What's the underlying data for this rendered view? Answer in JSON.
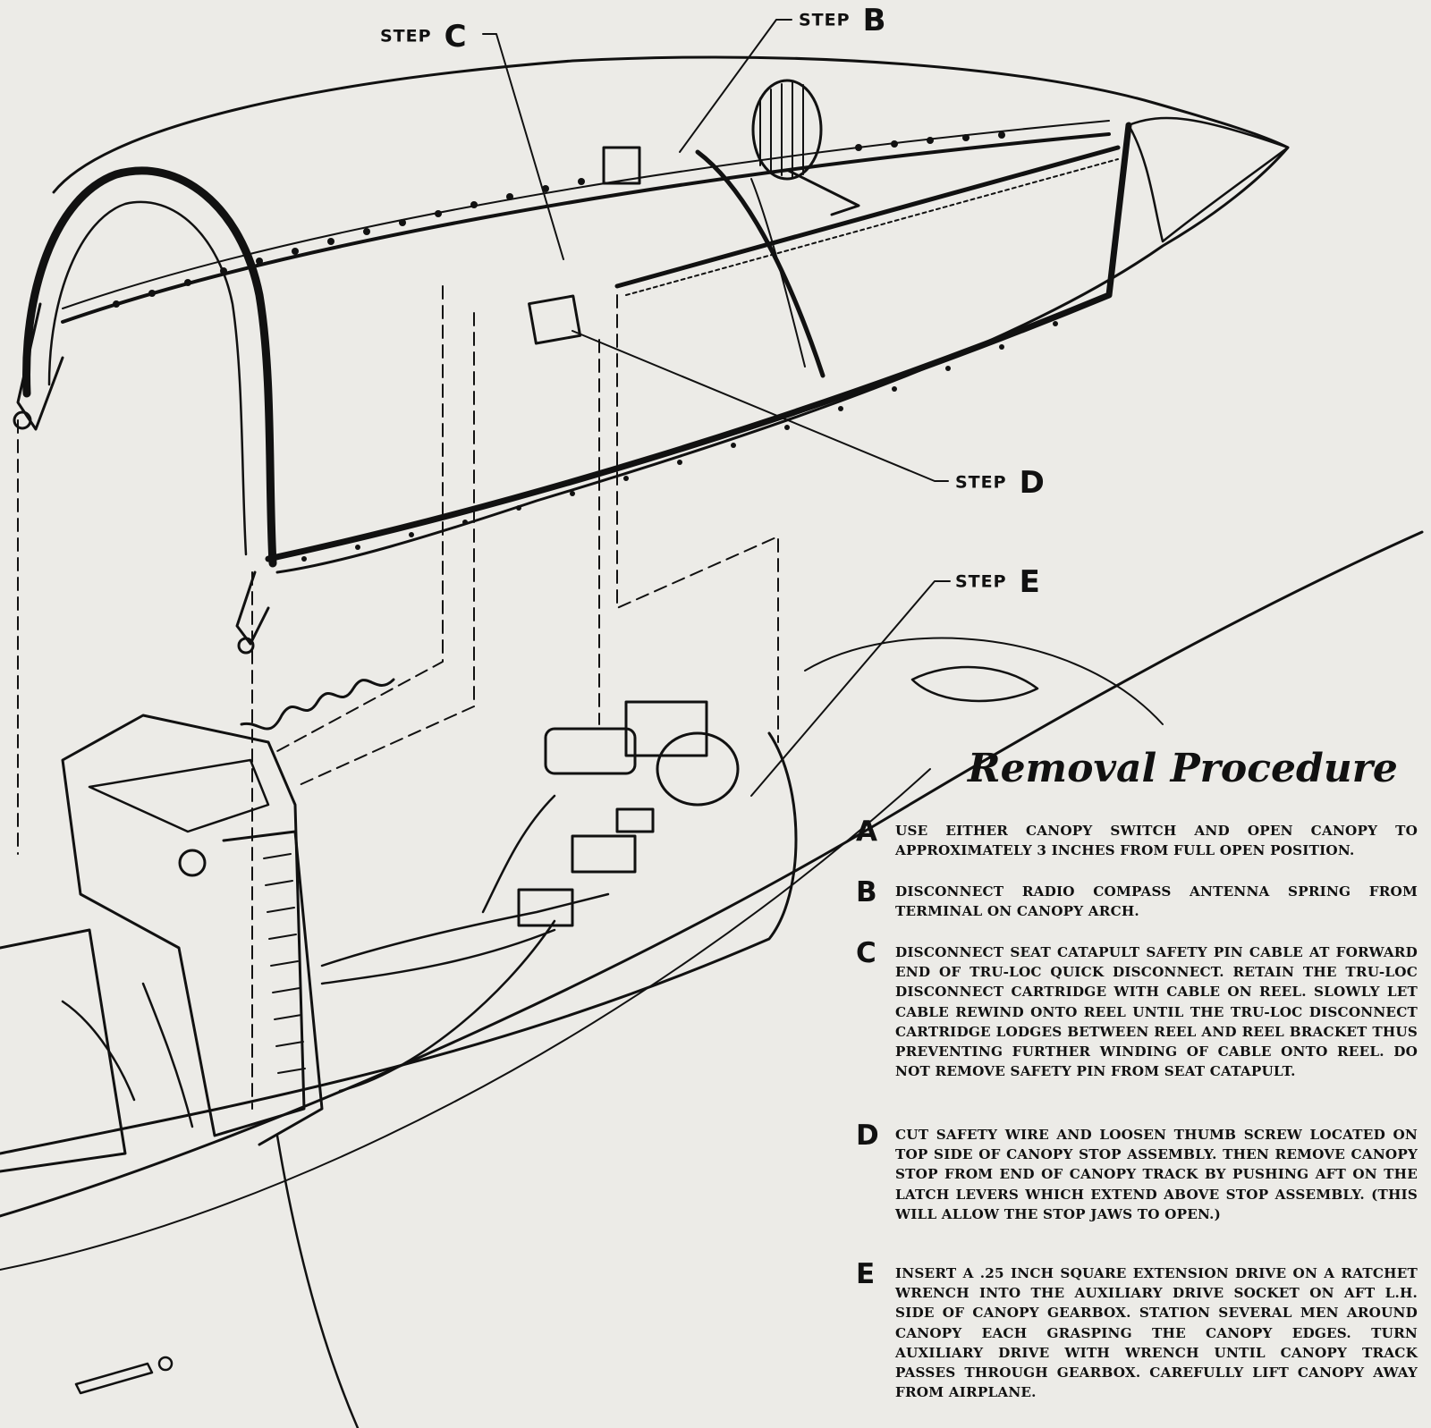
{
  "callouts": {
    "c": {
      "word": "STEP",
      "letter": "C"
    },
    "b": {
      "word": "STEP",
      "letter": "B"
    },
    "d": {
      "word": "STEP",
      "letter": "D"
    },
    "e": {
      "word": "STEP",
      "letter": "E"
    }
  },
  "procedure": {
    "title": "Removal Procedure",
    "steps": [
      {
        "letter": "A",
        "text": "USE EITHER CANOPY SWITCH AND OPEN CANOPY TO APPROXIMATELY 3 INCHES FROM FULL OPEN POSITION."
      },
      {
        "letter": "B",
        "text": "DISCONNECT RADIO COMPASS ANTENNA SPRING FROM TERMINAL ON CANOPY ARCH."
      },
      {
        "letter": "C",
        "text": "DISCONNECT SEAT CATAPULT SAFETY PIN CABLE AT FORWARD END OF TRU-LOC QUICK DISCONNECT. RETAIN THE TRU-LOC DISCONNECT CARTRIDGE WITH CABLE ON REEL. SLOWLY LET CABLE REWIND ONTO REEL UNTIL THE TRU-LOC DISCONNECT CARTRIDGE LODGES BETWEEN REEL AND REEL BRACKET THUS PREVENTING FURTHER WINDING OF CABLE ONTO REEL. DO NOT REMOVE SAFETY PIN FROM SEAT CATAPULT."
      },
      {
        "letter": "D",
        "text": "CUT SAFETY WIRE AND LOOSEN THUMB SCREW LOCATED ON TOP SIDE OF CANOPY STOP ASSEMBLY. THEN REMOVE CANOPY STOP FROM END OF CANOPY TRACK BY PUSHING AFT ON THE LATCH LEVERS WHICH EXTEND ABOVE STOP ASSEMBLY. (THIS WILL ALLOW THE STOP JAWS TO OPEN.)"
      },
      {
        "letter": "E",
        "text": "INSERT A .25 INCH SQUARE EXTENSION DRIVE ON A RATCHET WRENCH INTO THE AUXILIARY DRIVE SOCKET ON AFT L.H. SIDE OF CANOPY GEARBOX. STATION SEVERAL MEN AROUND CANOPY EACH GRASPING THE CANOPY EDGES. TURN AUXILIARY DRIVE WITH WRENCH UNTIL CANOPY TRACK PASSES THROUGH GEARBOX. CAREFULLY LIFT CANOPY AWAY FROM AIRPLANE."
      }
    ]
  }
}
